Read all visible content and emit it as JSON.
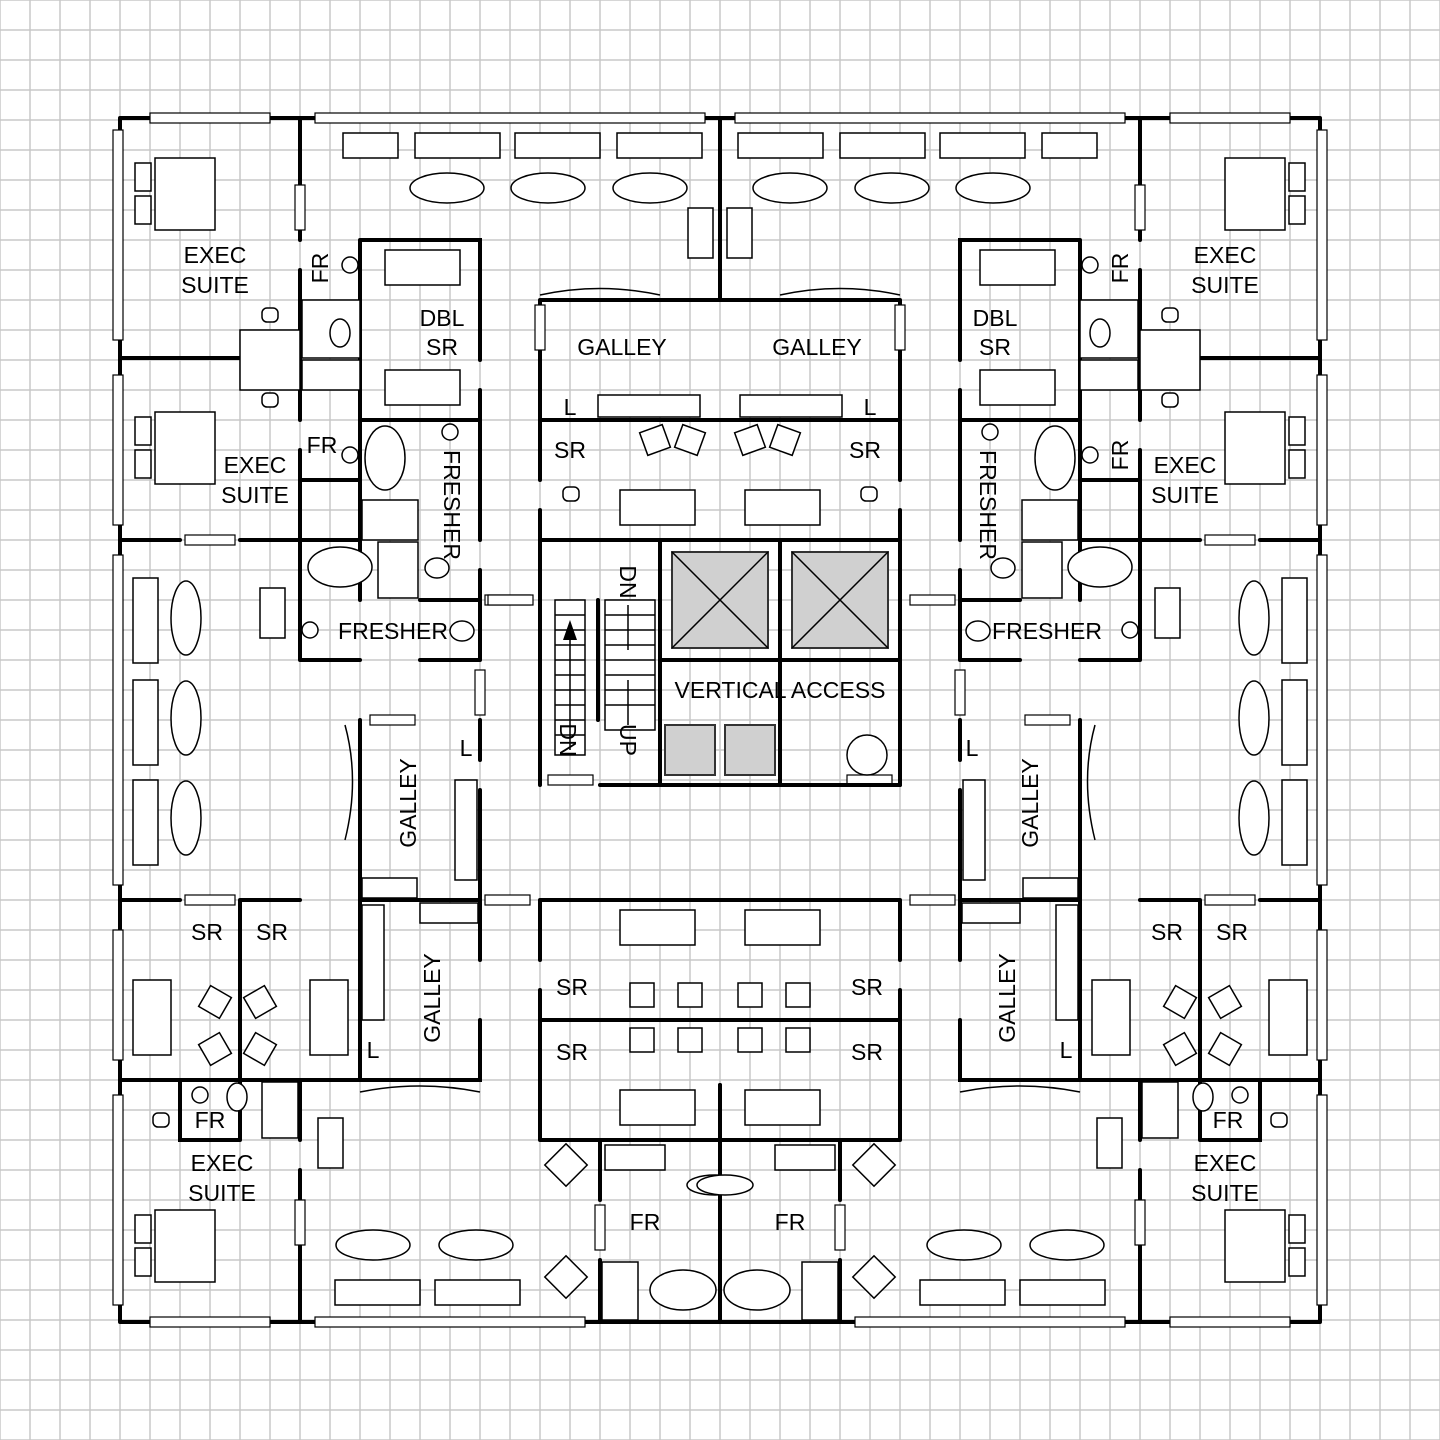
{
  "title": "Deck floor plan",
  "rooms": {
    "exec_suite": [
      "EXEC",
      "SUITE"
    ],
    "fr": "FR",
    "dbl_sr": [
      "DBL",
      "SR"
    ],
    "galley": "GALLEY",
    "sr": "SR",
    "fresher": "FRESHER",
    "vertical_access": "VERTICAL ACCESS",
    "dn": "DN",
    "up": "UP",
    "locker": "L"
  },
  "colors": {
    "wall": "#000000",
    "grid": "#c8c8c8",
    "elevator": "#d0d0d0"
  }
}
